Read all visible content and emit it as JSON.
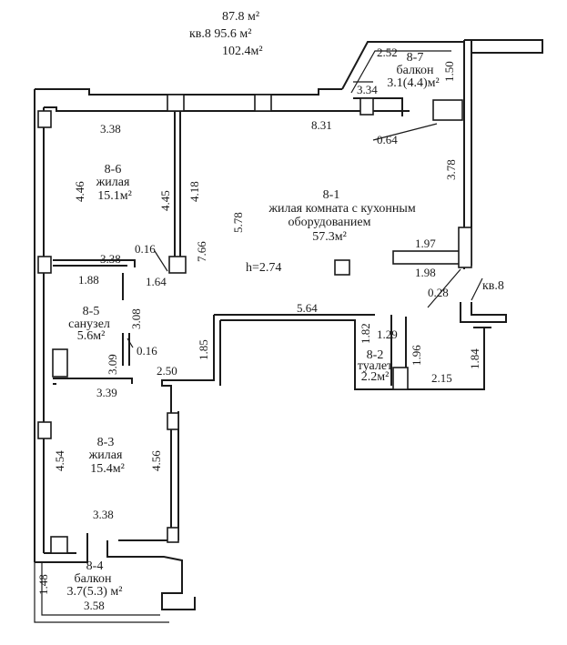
{
  "header": {
    "area_total": "87.8 м²",
    "area_apartment": "кв.8  95.6 м²",
    "area_balconies": "102.4м²"
  },
  "rooms": {
    "r1": {
      "number": "8-1",
      "line1": "жилая комната с кухонным",
      "line2": "оборудованием",
      "area": "57.3м²"
    },
    "r2": {
      "number": "8-2",
      "name": "туалет",
      "area": "2.2м²"
    },
    "r3": {
      "number": "8-3",
      "name": "жилая",
      "area": "15.4м²"
    },
    "r4": {
      "number": "8-4",
      "name": "балкон",
      "area": "3.7(5.3) м²"
    },
    "r5": {
      "number": "8-5",
      "name": "санузел",
      "area": "5.6м²"
    },
    "r6": {
      "number": "8-6",
      "name": "жилая",
      "area": "15.1м²"
    },
    "r7": {
      "number": "8-7",
      "name": "балкон",
      "area": "3.1(4.4)м²"
    }
  },
  "ceiling_height": "h=2.74",
  "apartment_mark": "кв.8",
  "dims": {
    "d_252": "2.52",
    "d_150": "1.50",
    "d_334": "3.34",
    "d_831": "8.31",
    "d_064": "0.64",
    "d_338_top": "3.38",
    "d_446": "4.46",
    "d_445": "4.45",
    "d_418": "4.18",
    "d_578": "5.78",
    "d_378": "3.78",
    "d_766": "7.66",
    "d_197": "1.97",
    "d_198": "1.98",
    "d_028": "0.28",
    "d_016a": "0.16",
    "d_164": "1.64",
    "d_338_mid": "3.38",
    "d_188": "1.88",
    "d_308": "3.08",
    "d_309": "3.09",
    "d_016b": "0.16",
    "d_564": "5.64",
    "d_185": "1.85",
    "d_182": "1.82",
    "d_129": "1.29",
    "d_196": "1.96",
    "d_184": "1.84",
    "d_250": "2.50",
    "d_215": "2.15",
    "d_339": "3.39",
    "d_454": "4.54",
    "d_456": "4.56",
    "d_338_bot": "3.38",
    "d_148": "1.48",
    "d_358": "3.58"
  }
}
